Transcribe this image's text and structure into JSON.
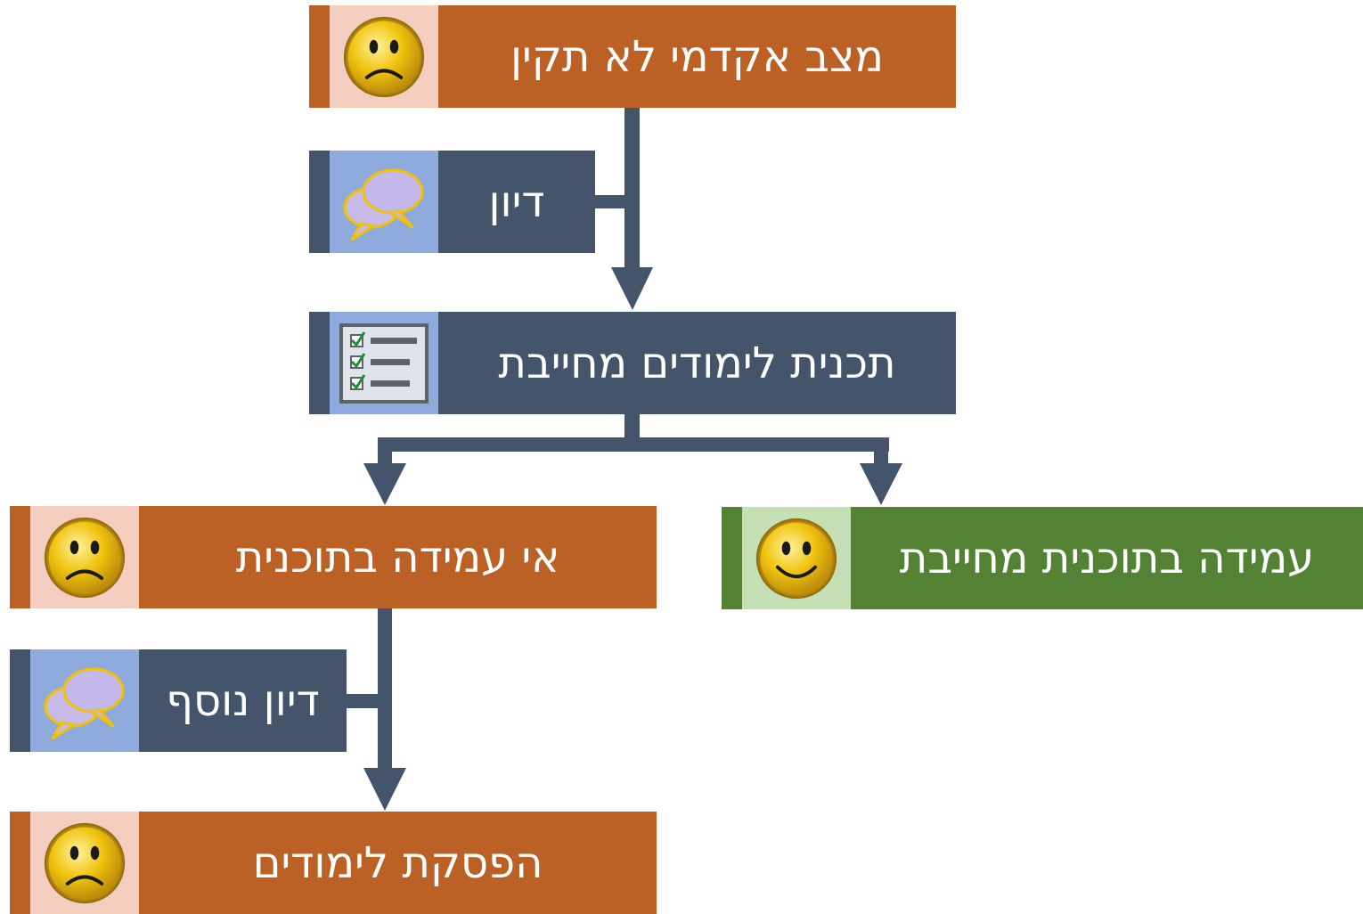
{
  "colors": {
    "connector": "#44546b",
    "orange": "#bb6126",
    "orange_light": "#f6cebf",
    "navy": "#44546b",
    "blue_light": "#8faadd",
    "green": "#548235",
    "green_light": "#c6e0b6"
  },
  "nodes": {
    "academic_status": {
      "label": "מצב אקדמי לא תקין",
      "icon": "sad-face-icon"
    },
    "discussion": {
      "label": "דיון",
      "icon": "speech-bubbles-icon"
    },
    "study_plan": {
      "label": "תכנית לימודים מחייבת",
      "icon": "checklist-icon"
    },
    "plan_not_met": {
      "label": "אי עמידה בתוכנית",
      "icon": "sad-face-icon"
    },
    "plan_met": {
      "label": "עמידה בתוכנית מחייבת",
      "icon": "happy-face-icon"
    },
    "further_discussion": {
      "label": "דיון נוסף",
      "icon": "speech-bubbles-icon"
    },
    "studies_terminated": {
      "label": "הפסקת לימודים",
      "icon": "sad-face-icon"
    }
  }
}
